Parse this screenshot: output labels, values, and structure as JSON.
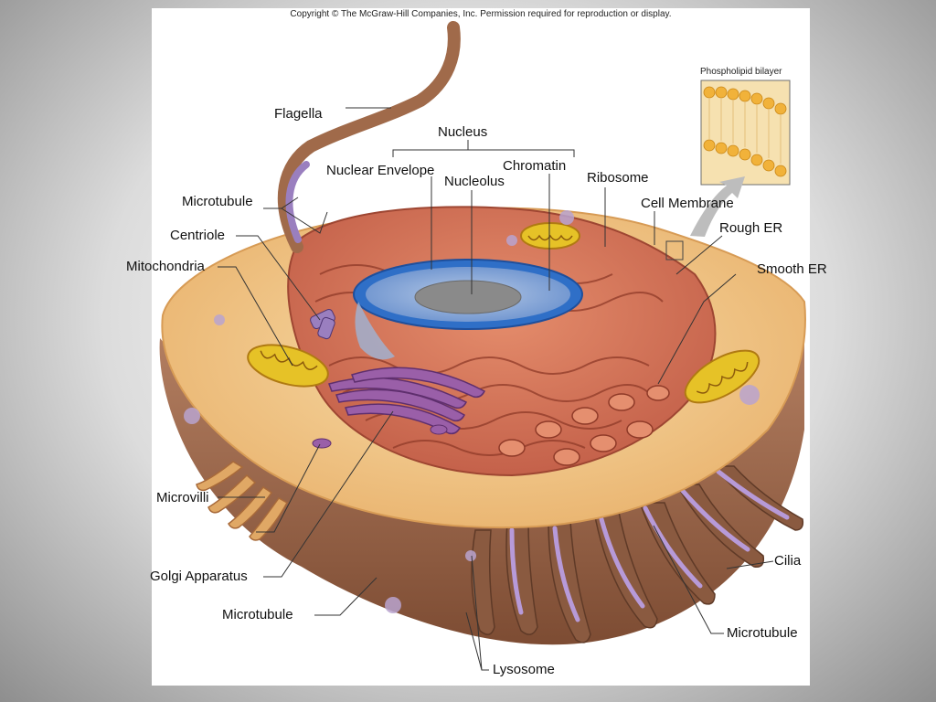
{
  "copyright": "Copyright © The McGraw-Hill Companies, Inc. Permission required for reproduction or display.",
  "inset": {
    "title": "Phospholipid bilayer"
  },
  "labels": {
    "flagella": "Flagella",
    "nucleus": "Nucleus",
    "nuclear_envelope": "Nuclear Envelope",
    "chromatin": "Chromatin",
    "nucleolus": "Nucleolus",
    "ribosome": "Ribosome",
    "cell_membrane": "Cell Membrane",
    "rough_er": "Rough ER",
    "smooth_er": "Smooth ER",
    "microtubule_top": "Microtubule",
    "centriole": "Centriole",
    "mitochondria": "Mitochondria",
    "microvilli": "Microvilli",
    "golgi_apparatus": "Golgi Apparatus",
    "microtubule_bottom": "Microtubule",
    "lysosome": "Lysosome",
    "cilia": "Cilia",
    "microtubule_right": "Microtubule"
  },
  "colors": {
    "cytoplasm": "#f3c98a",
    "cell_base": "#a86f4f",
    "rough_er": "#d9785c",
    "nucleus_envelope": "#2f6fc7",
    "nucleus_inner": "#8fb1e0",
    "nucleolus": "#8a8a8a",
    "mitochondria": "#e6c227",
    "golgi": "#9a5fa8",
    "membrane": "#e3b06a"
  }
}
